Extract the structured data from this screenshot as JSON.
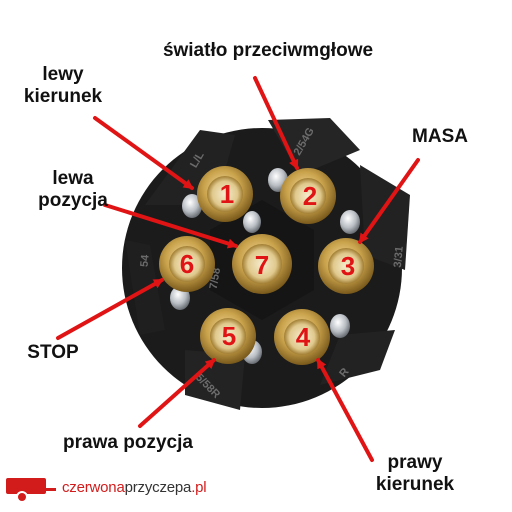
{
  "labels": {
    "fog_light": "światło przeciwmgłowe",
    "left_turn": [
      "lewy",
      "kierunek"
    ],
    "ground": "MASA",
    "left_position": [
      "lewa",
      "pozycja"
    ],
    "stop": "STOP",
    "right_position": "prawa pozycja",
    "right_turn": [
      "prawy",
      "kierunek"
    ]
  },
  "pins": [
    {
      "number": "1",
      "marking": "L/L"
    },
    {
      "number": "2",
      "marking": "2/54G"
    },
    {
      "number": "3",
      "marking": "3/31"
    },
    {
      "number": "4",
      "marking": "R"
    },
    {
      "number": "5",
      "marking": "5/58R"
    },
    {
      "number": "6",
      "marking": "54"
    },
    {
      "number": "7",
      "marking": "7/58"
    }
  ],
  "brand": {
    "part1": "czerwona",
    "part2": "przyczepa",
    "part3": ".pl"
  },
  "colors": {
    "arrow": "#e01414",
    "number": "#e01414",
    "body": "#1c1c1c",
    "brass": "#c9a24b"
  }
}
